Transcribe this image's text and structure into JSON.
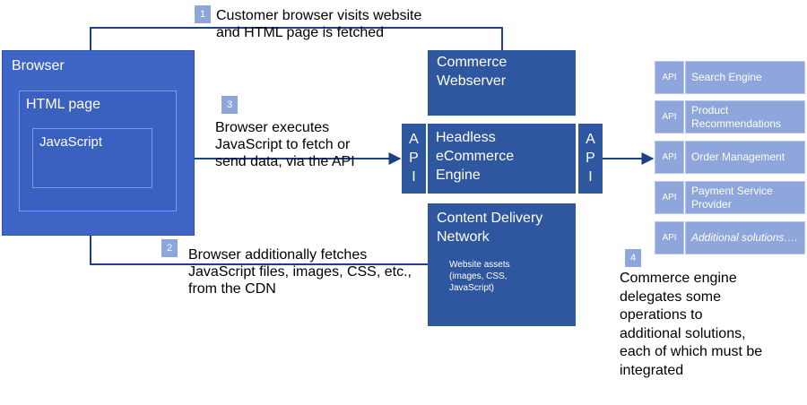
{
  "browser": {
    "title": "Browser",
    "html_page": "HTML page",
    "javascript": "JavaScript"
  },
  "server": {
    "webserver": [
      "Commerce",
      "Webserver"
    ],
    "api_letters": [
      "A",
      "P",
      "I"
    ],
    "engine": [
      "Headless",
      "eCommerce",
      "Engine"
    ],
    "cdn_title": [
      "Content Delivery",
      "Network"
    ],
    "cdn_assets": [
      "Website assets",
      "(images, CSS,",
      "JavaScript)"
    ]
  },
  "solutions": [
    {
      "api": "API",
      "name": "Search Engine"
    },
    {
      "api": "API",
      "name": "Product Recommendations"
    },
    {
      "api": "API",
      "name": "Order Management"
    },
    {
      "api": "API",
      "name": "Payment Service Provider"
    },
    {
      "api": "API",
      "name": "Additional solutions…."
    }
  ],
  "steps": [
    {
      "number": "1",
      "lines": [
        "Customer browser visits website",
        "and HTML page is fetched"
      ]
    },
    {
      "number": "2",
      "lines": [
        "Browser additionally fetches",
        "JavaScript files, images, CSS, etc.,",
        "from the CDN"
      ]
    },
    {
      "number": "3",
      "lines": [
        "Browser executes",
        "JavaScript to fetch or",
        "send data, via the API"
      ]
    },
    {
      "number": "4",
      "lines": [
        "Commerce engine",
        "delegates some",
        "operations to",
        "additional solutions,",
        "each of which must be",
        "integrated"
      ]
    }
  ],
  "colors": {
    "browser_blue": "#3f66c6",
    "dark_blue": "#2f57a0",
    "light_blue": "#8ea6db",
    "arrow": "#1f3f88"
  }
}
